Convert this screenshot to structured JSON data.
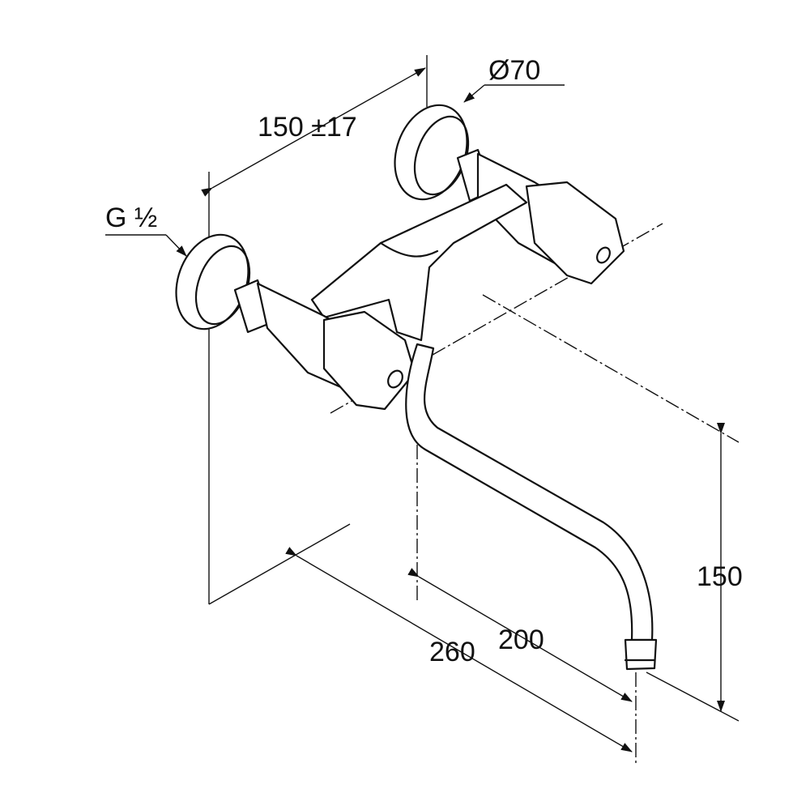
{
  "drawing": {
    "dimensions": {
      "diameter_escutcheon": "Ø70",
      "inlet_spacing": "150 ±17",
      "thread": "G ½",
      "spout_height": "150",
      "spout_reach_center": "200",
      "spout_reach_wall": "260"
    }
  }
}
